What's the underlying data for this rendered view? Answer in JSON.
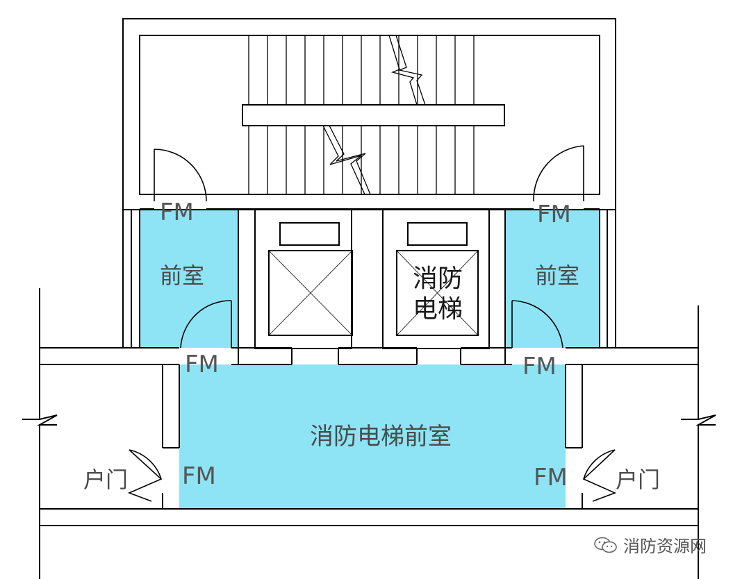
{
  "labels": {
    "anteroom": "前室",
    "fire_elevator": [
      "消防",
      "电梯"
    ],
    "fire_elevator_lobby": "消防电梯前室",
    "household_door": "户门",
    "fm": "FM"
  },
  "watermark": {
    "text": "消防资源网",
    "icon": "wechat-icon"
  },
  "colors": {
    "fill": "#8EE4F4",
    "line": "#000000",
    "text": "#4a4a4a"
  }
}
